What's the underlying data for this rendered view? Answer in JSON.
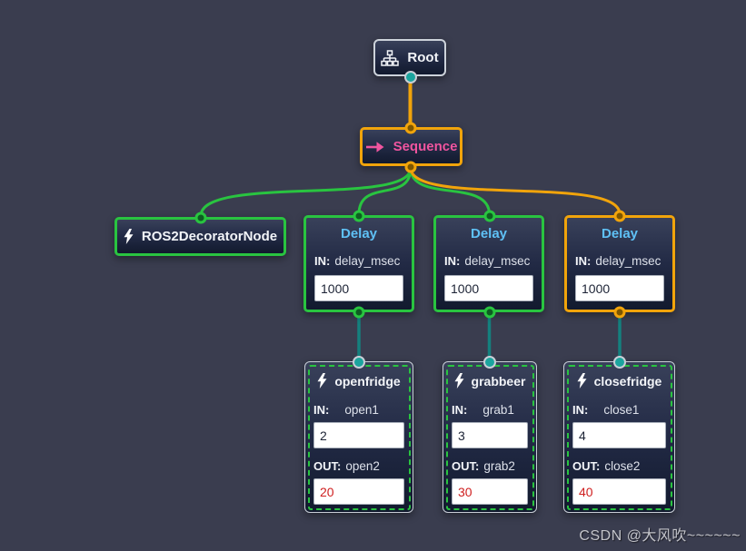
{
  "colors": {
    "canvas_bg": "#3a3d4f",
    "green": "#29c440",
    "orange": "#f1a40b",
    "pink": "#f0559f",
    "delay_title_blue": "#5fc1f6",
    "teal_port": "#1ba49e",
    "teal_edge": "#14807e",
    "out_value_red": "#cf2020",
    "node_border_light": "#ccd2da"
  },
  "nodes": {
    "root": {
      "title": "Root"
    },
    "sequence": {
      "title": "Sequence"
    },
    "decorator": {
      "title": "ROS2DecoratorNode"
    },
    "delay1": {
      "title": "Delay",
      "in_label": "IN:",
      "in_param": "delay_msec",
      "in_value": "1000"
    },
    "delay2": {
      "title": "Delay",
      "in_label": "IN:",
      "in_param": "delay_msec",
      "in_value": "1000"
    },
    "delay3": {
      "title": "Delay",
      "in_label": "IN:",
      "in_param": "delay_msec",
      "in_value": "1000"
    },
    "openfridge": {
      "title": "openfridge",
      "in_label": "IN:",
      "in_param": "open1",
      "in_value": "2",
      "out_label": "OUT:",
      "out_param": "open2",
      "out_value": "20"
    },
    "grabbeer": {
      "title": "grabbeer",
      "in_label": "IN:",
      "in_param": "grab1",
      "in_value": "3",
      "out_label": "OUT:",
      "out_param": "grab2",
      "out_value": "30"
    },
    "closefridge": {
      "title": "closefridge",
      "in_label": "IN:",
      "in_param": "close1",
      "in_value": "4",
      "out_label": "OUT:",
      "out_param": "close2",
      "out_value": "40"
    }
  },
  "edges": [
    {
      "from": "root",
      "to": "sequence",
      "color": "orange"
    },
    {
      "from": "sequence",
      "to": "decorator",
      "color": "green"
    },
    {
      "from": "sequence",
      "to": "delay1",
      "color": "green"
    },
    {
      "from": "sequence",
      "to": "delay2",
      "color": "green"
    },
    {
      "from": "sequence",
      "to": "delay3",
      "color": "orange"
    },
    {
      "from": "delay1",
      "to": "openfridge",
      "color": "teal"
    },
    {
      "from": "delay2",
      "to": "grabbeer",
      "color": "teal"
    },
    {
      "from": "delay3",
      "to": "closefridge",
      "color": "teal"
    }
  ],
  "watermark": "CSDN @大风吹~~~~~~"
}
